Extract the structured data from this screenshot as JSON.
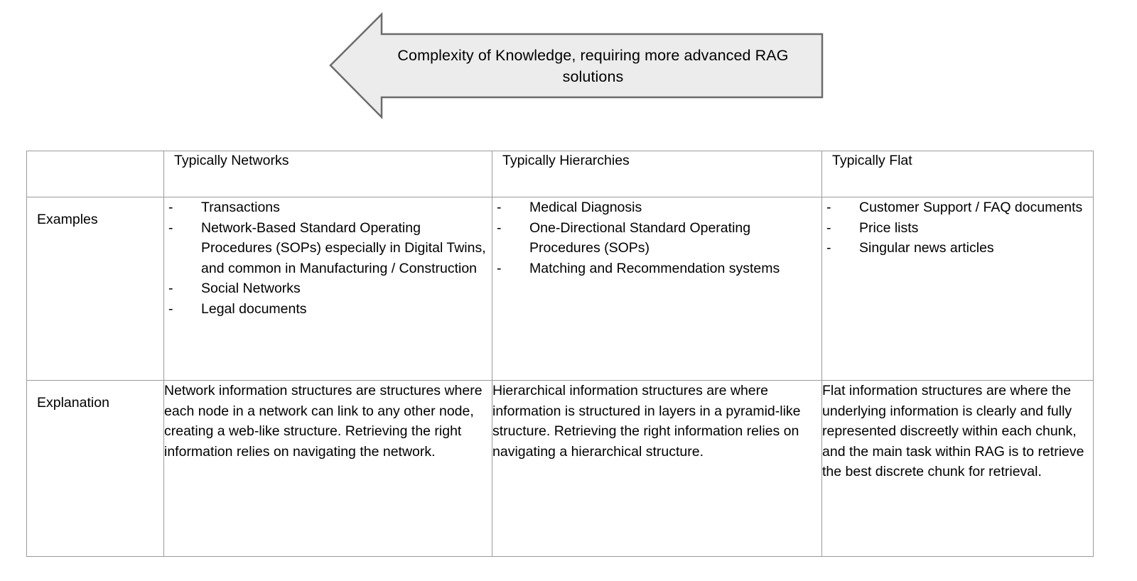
{
  "banner": {
    "icon": "left-arrow-shape",
    "text": "Complexity of Knowledge, requiring more advanced RAG solutions",
    "fill_color": "#ececec",
    "border_color": "#6b6b6b"
  },
  "table": {
    "colors": {
      "header_green": "#d9ead3",
      "header_cream": "#fdeecd",
      "border": "#9a9a9a",
      "cell_background": "#ffffff"
    },
    "headers": [
      {
        "label": "",
        "style": "blank"
      },
      {
        "label": "Typically Networks",
        "style": "green"
      },
      {
        "label": "Typically Hierarchies",
        "style": "green"
      },
      {
        "label": "Typically Flat",
        "style": "cream"
      }
    ],
    "rows": [
      {
        "label": "Examples",
        "type": "bullets",
        "bullet_marker": "-",
        "cells": [
          [
            "Transactions",
            "Network-Based Standard Operating Procedures (SOPs) especially in Digital Twins, and common in Manufacturing / Construction",
            "Social Networks",
            "Legal documents"
          ],
          [
            "Medical Diagnosis",
            "One-Directional Standard Operating Procedures (SOPs)",
            "Matching and Recommendation systems"
          ],
          [
            "Customer Support / FAQ documents",
            "Price lists",
            "Singular news articles"
          ]
        ]
      },
      {
        "label": "Explanation",
        "type": "paragraph",
        "cells": [
          "Network information structures are structures where each node in a network can link to any other node, creating a web-like structure. Retrieving the right information relies on navigating the network.",
          "Hierarchical information structures are where information is structured in layers in a pyramid-like structure. Retrieving the right information relies on navigating a hierarchical structure.",
          "Flat information structures are where the underlying information is clearly and fully represented discreetly within each chunk, and the main task within RAG is to retrieve the best discrete chunk for retrieval."
        ]
      }
    ]
  }
}
